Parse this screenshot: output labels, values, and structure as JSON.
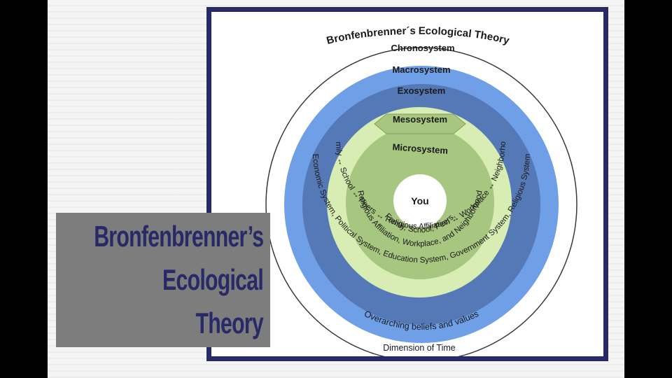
{
  "diagram": {
    "title": "Bronfenbrenner´s Ecological Theory",
    "you_label": "You",
    "layers": {
      "chronosystem": {
        "name": "Chronosystem",
        "description": "Dimension of Time"
      },
      "macrosystem": {
        "name": "Macrosystem",
        "description": "Overarching beliefs and values"
      },
      "exosystem": {
        "name": "Exosystem",
        "description": "Economic System, Political System, Education System, Government System, Religious System"
      },
      "mesosystem": {
        "name": "Mesosystem",
        "description_parts": [
          "Family",
          "School",
          "Peers",
          "Religious Affiliation",
          "Workplace",
          "Neighborhood"
        ],
        "link_symbol": "↔"
      },
      "microsystem": {
        "name": "Microsystem",
        "description": "Religious Affiliation, Workplace, and Neighborhood",
        "description_top": "Family, School, Peers,"
      }
    },
    "colors": {
      "frame": "#272a66",
      "macrosystem_ring": "#6f9fe6",
      "exosystem_ring": "#5578b6",
      "mesosystem_ring": "#d8edb3",
      "microsystem_ring": "#a7c780",
      "center": "#ffffff"
    }
  },
  "slide_title": {
    "lines": [
      "Bronfenbrenner’s",
      "Ecological",
      "Theory"
    ],
    "background_color": "#7d7d7d",
    "text_color": "#272a66"
  }
}
